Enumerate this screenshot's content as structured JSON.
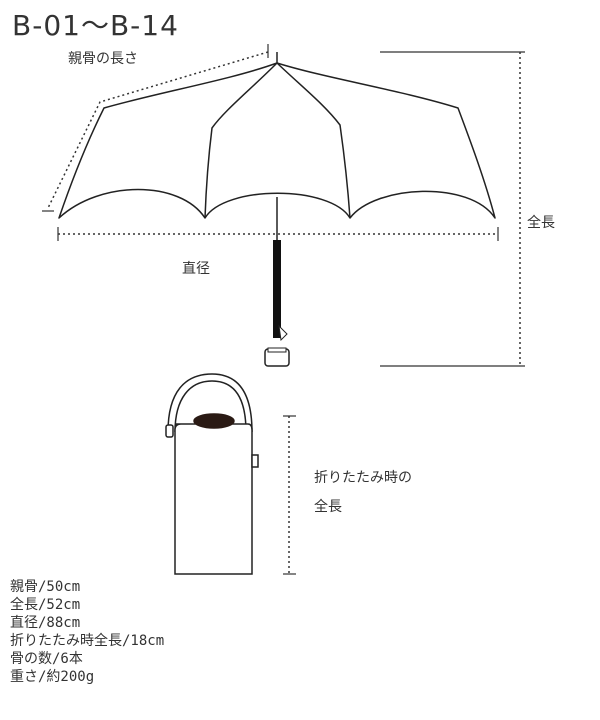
{
  "title": "B-01～B-14",
  "labels": {
    "rib_length": "親骨の長さ",
    "diameter": "直径",
    "total_length": "全長",
    "folded_line1": "折りたたみ時の",
    "folded_line2": "全長"
  },
  "specs": [
    "親骨/50cm",
    "全長/52cm",
    "直径/88cm",
    "折りたたみ時全長/18cm",
    "骨の数/6本",
    "重さ/約200g"
  ],
  "colors": {
    "line": "#222222",
    "dotted": "#333333",
    "handle_top": "#2a1a14"
  }
}
